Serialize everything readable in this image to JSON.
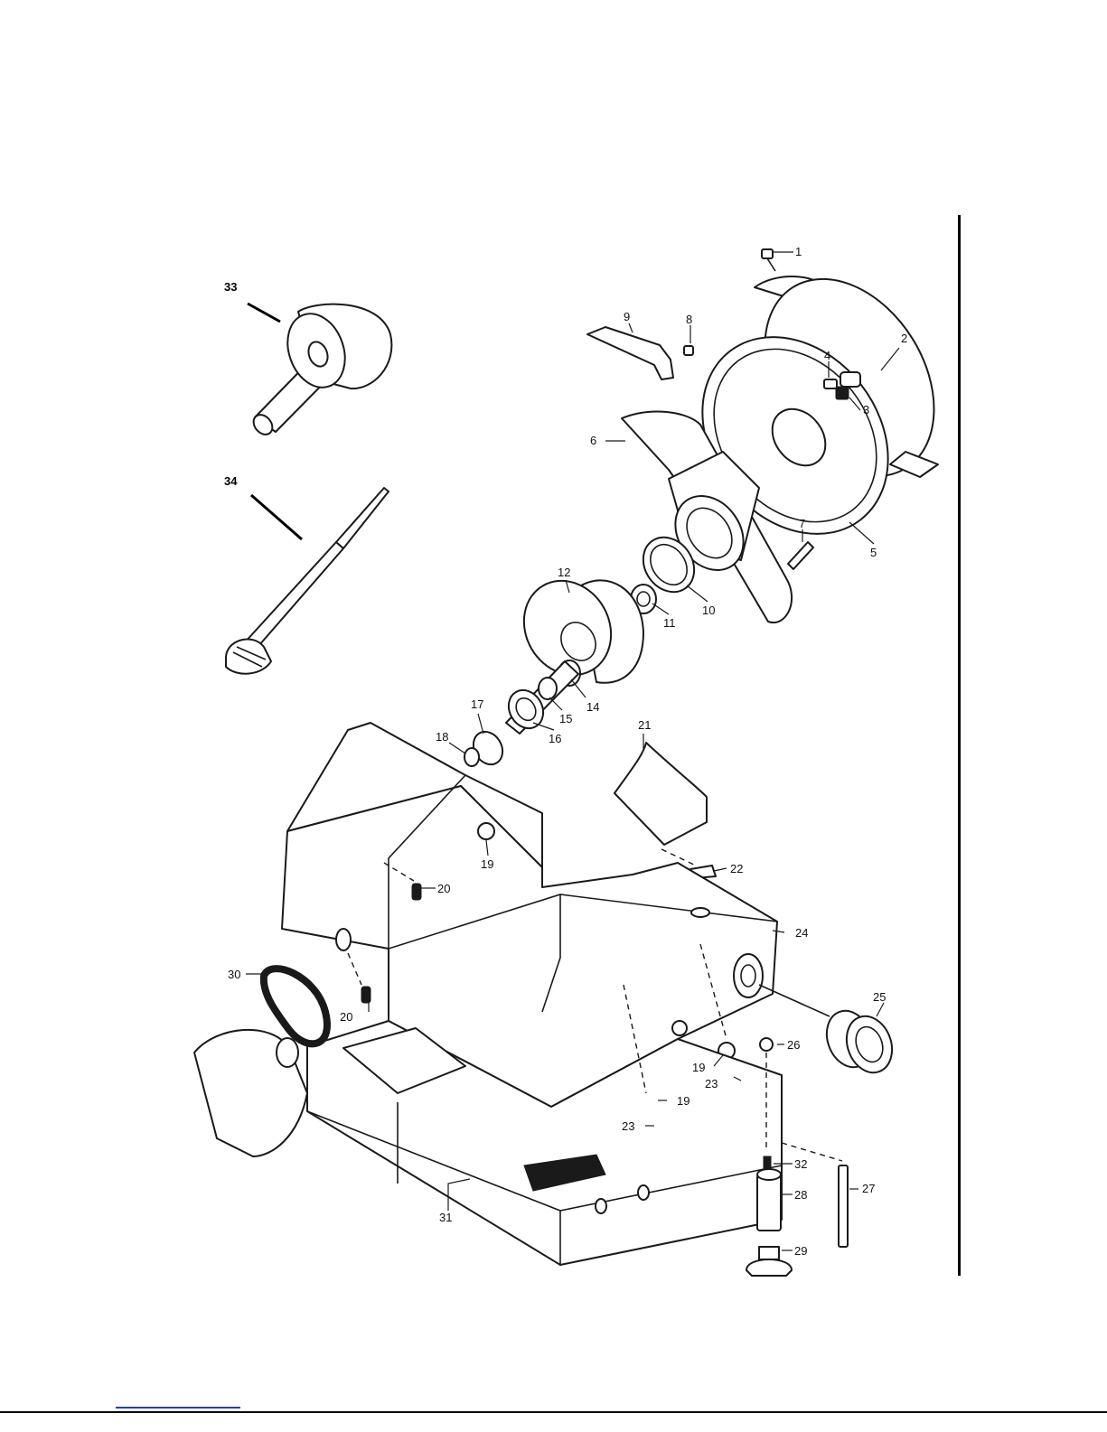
{
  "diagram": {
    "callouts": [
      "1",
      "2",
      "3",
      "4",
      "5",
      "6",
      "7",
      "8",
      "9",
      "10",
      "11",
      "12",
      "14",
      "15",
      "16",
      "17",
      "18",
      "19",
      "19",
      "19",
      "20",
      "20",
      "21",
      "22",
      "23",
      "23",
      "24",
      "25",
      "26",
      "27",
      "28",
      "29",
      "30",
      "31",
      "32",
      "33",
      "34"
    ]
  },
  "footer": {
    "link_color": "#1f3bd6",
    "rule_color": "#000000"
  }
}
